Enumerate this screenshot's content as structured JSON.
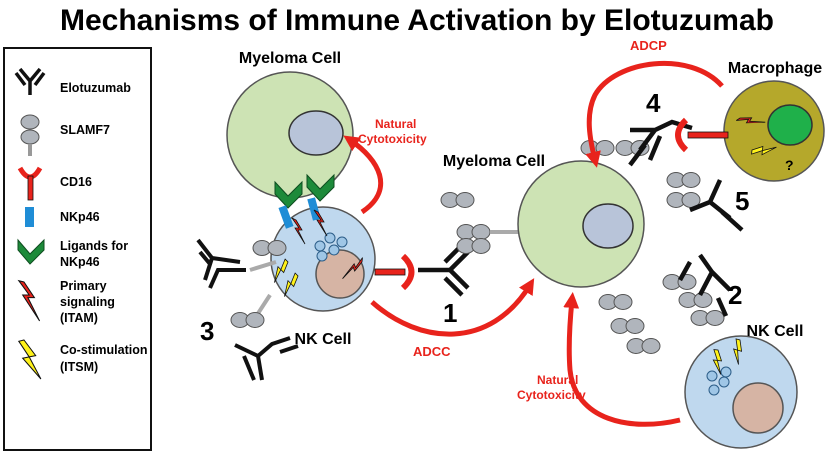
{
  "title": "Mechanisms of Immune Activation by Elotuzumab",
  "legend": {
    "items": [
      {
        "label": "Elotuzumab",
        "icon": "antibody-icon"
      },
      {
        "label": "SLAMF7",
        "icon": "slamf7-icon"
      },
      {
        "label": "CD16",
        "icon": "cd16-icon"
      },
      {
        "label": "NKp46",
        "icon": "nkp46-icon"
      },
      {
        "label_line1": "Ligands for",
        "label_line2": "NKp46",
        "icon": "ligand-icon"
      },
      {
        "label_line1": "Primary",
        "label_line2": "signaling",
        "label_line3": "(ITAM)",
        "icon": "red-bolt-icon"
      },
      {
        "label_line1": "Co-stimulation",
        "label_line2": "(ITSM)",
        "icon": "yellow-bolt-icon"
      }
    ]
  },
  "cells": {
    "myeloma_top_left": "Myeloma Cell",
    "myeloma_center": "Myeloma Cell",
    "nk_left": "NK Cell",
    "nk_bottom_right": "NK Cell",
    "macrophage": "Macrophage"
  },
  "arrows": {
    "nat_cyto_top_l1": "Natural",
    "nat_cyto_top_l2": "Cytotoxicity",
    "adcc": "ADCC",
    "adcp": "ADCP",
    "nat_cyto_bottom_l1": "Natural",
    "nat_cyto_bottom_l2": "Cytotoxicity"
  },
  "numbers": {
    "n1": "1",
    "n2": "2",
    "n3": "3",
    "n4": "4",
    "n5": "5"
  },
  "question_mark": "?",
  "colors": {
    "myeloma_fill": "#cde3b4",
    "nucleus_fill": "#b8c4d9",
    "nk_fill": "#bfd8ee",
    "nk_nucleus": "#d6b4a4",
    "macrophage_fill": "#b5a82b",
    "macrophage_nucleus": "#1fb04a",
    "arrow_red": "#e8231c",
    "slamf7_fill": "#b0b5bc",
    "nkp46_blue": "#1f8dd6",
    "ligand_green": "#1d8a3a",
    "bolt_yellow": "#fff21a"
  }
}
